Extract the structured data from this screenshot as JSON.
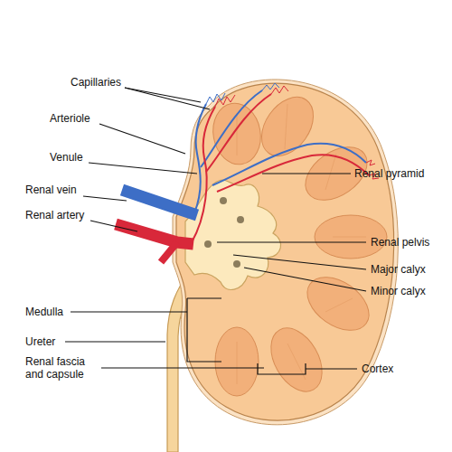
{
  "diagram": {
    "labels": [
      "Capillaries",
      "Arteriole",
      "Venule",
      "Renal vein",
      "Renal artery",
      "Renal pyramid",
      "Renal pelvis",
      "Major calyx",
      "Minor calyx",
      "Medulla",
      "Ureter",
      "Renal fascia and capsule",
      "Cortex"
    ]
  }
}
